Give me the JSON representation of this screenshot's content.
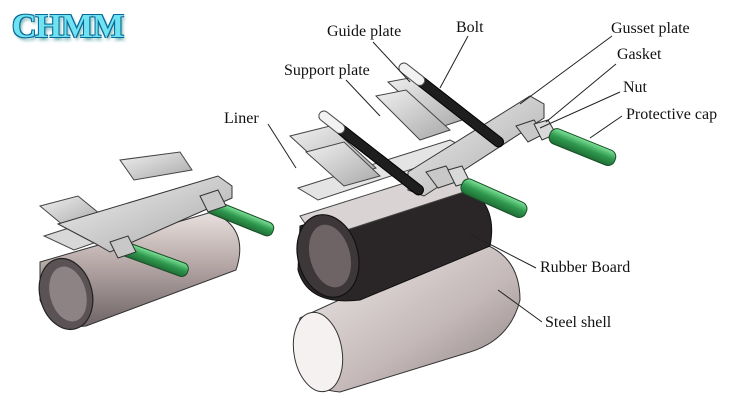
{
  "logo": {
    "text": "CHMM"
  },
  "labels": {
    "guide_plate": "Guide plate",
    "bolt": "Bolt",
    "gusset_plate": "Gusset plate",
    "gasket": "Gasket",
    "support_plate": "Support plate",
    "nut": "Nut",
    "liner": "Liner",
    "protective_cap": "Protective cap",
    "rubber_board": "Rubber Board",
    "steel_shell": "Steel shell"
  },
  "colors": {
    "pipe": "#b8aaa8",
    "pipe_dark": "#4a4446",
    "plate": "#c9c9c9",
    "bolt_green": "#3aa65a",
    "bolt_black": "#1e1e1e",
    "bolt_white": "#f2f2f2",
    "logo": "#6fe3f2"
  }
}
